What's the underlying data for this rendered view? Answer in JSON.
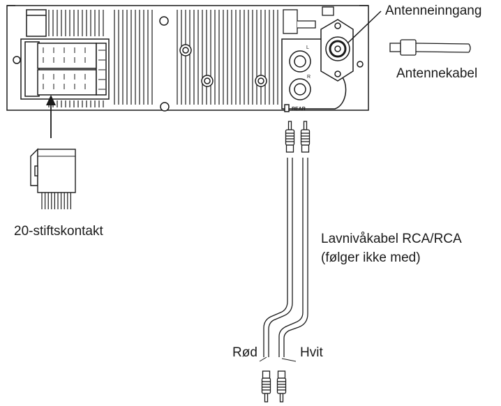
{
  "labels": {
    "antenna_input": "Antenneinngang",
    "antenna_cable": "Antennekabel",
    "connector_20pin": "20-stiftskontakt",
    "rca_cable_line1": "Lavnivåkabel RCA/RCA",
    "rca_cable_line2": "(følger ikke med)",
    "red": "Rød",
    "white": "Hvit"
  },
  "unit_markings": {
    "rear": "REAR",
    "left": "L",
    "right": "R"
  }
}
